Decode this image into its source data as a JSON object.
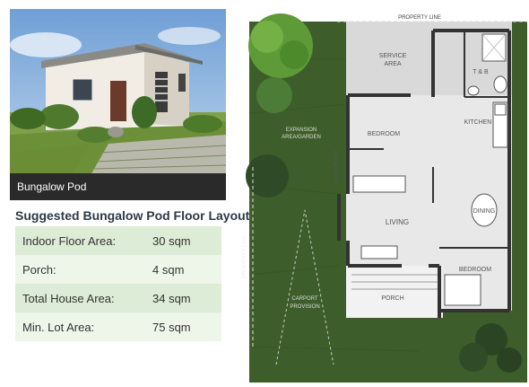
{
  "photo": {
    "caption": "Bungalow Pod"
  },
  "table": {
    "title": "Suggested Bungalow Pod Floor Layout",
    "rows": [
      {
        "label": "Indoor Floor Area:",
        "value": "30 sqm"
      },
      {
        "label": "Porch:",
        "value": "4 sqm"
      },
      {
        "label": "Total House Area:",
        "value": "34 sqm"
      },
      {
        "label": "Min. Lot Area:",
        "value": "75 sqm"
      }
    ]
  },
  "plan": {
    "property_line_top": "PROPERTY LINE",
    "property_line_side": "PROPERTY LINE",
    "service_area_1": "SERVICE",
    "service_area_2": "AREA",
    "t_and_b": "T & B",
    "kitchen": "KITCHEN",
    "bedroom_1": "BEDROOM",
    "expansion_1": "EXPANSION",
    "expansion_2": "AREA/GARDEN",
    "line_of_house": "LINE OF HOUSE",
    "dining": "DINING",
    "living": "LIVING",
    "bedroom_2": "BEDROOM",
    "porch": "PORCH",
    "carport_1": "CARPORT",
    "carport_2": "PROVISION"
  },
  "colors": {
    "grass": "#3d5e2a",
    "floor": "#e8e8e8",
    "wall": "#333333",
    "table_odd": "#dcecd6",
    "table_even": "#eef6ea"
  }
}
